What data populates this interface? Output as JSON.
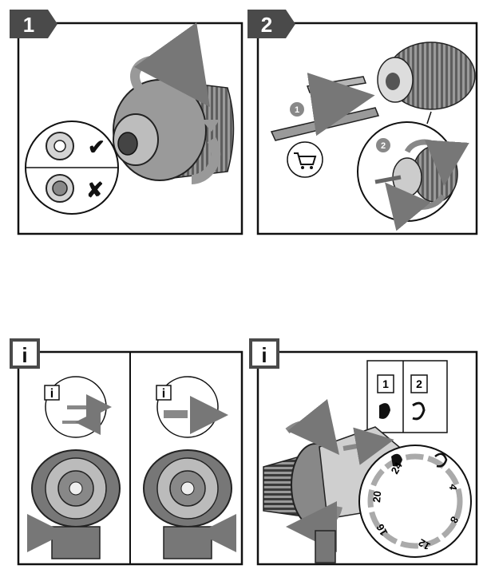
{
  "panels": [
    {
      "step": "1",
      "check_mark": "✔",
      "cross_mark": "✘"
    },
    {
      "step": "2",
      "sub_steps": [
        "1",
        "2"
      ],
      "cart_icon": "shopping-cart-icon"
    },
    {
      "step": "i",
      "sub_info": [
        "i",
        "i"
      ]
    },
    {
      "step": "i",
      "gear_labels": [
        "1",
        "2"
      ],
      "torque_labels": [
        "24",
        "20",
        "16",
        "12",
        "8",
        "4"
      ]
    }
  ],
  "colors": {
    "badge": "#4a4a4a",
    "shade": "#8a8a8a",
    "light": "#cfcfcf",
    "line": "#111111"
  }
}
